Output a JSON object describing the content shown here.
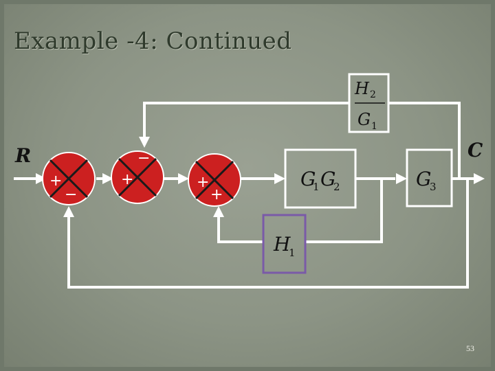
{
  "slide": {
    "title": "Example -4: Continued",
    "page_number": "53"
  },
  "diagram": {
    "input_signal": "R",
    "output_signal": "C",
    "blocks": {
      "feedback_top": {
        "numerator": "H",
        "numerator_sub": "2",
        "denominator": "G",
        "denominator_sub": "1"
      },
      "forward_g1g2": {
        "g1": "G",
        "g1_sub": "1",
        "g2": "G",
        "g2_sub": "2"
      },
      "forward_g3": {
        "g": "G",
        "g_sub": "3"
      },
      "feedback_h1": {
        "h": "H",
        "h_sub": "1"
      }
    },
    "summing_junctions": [
      {
        "left": "+",
        "bottom": "−"
      },
      {
        "top": "−",
        "left": "+"
      },
      {
        "left": "+",
        "bottom": "+"
      }
    ],
    "colors": {
      "wire": "#ffffff",
      "junction": "#cc2020",
      "h1_border": "#7a5aa8",
      "background": "#8c9485"
    }
  }
}
